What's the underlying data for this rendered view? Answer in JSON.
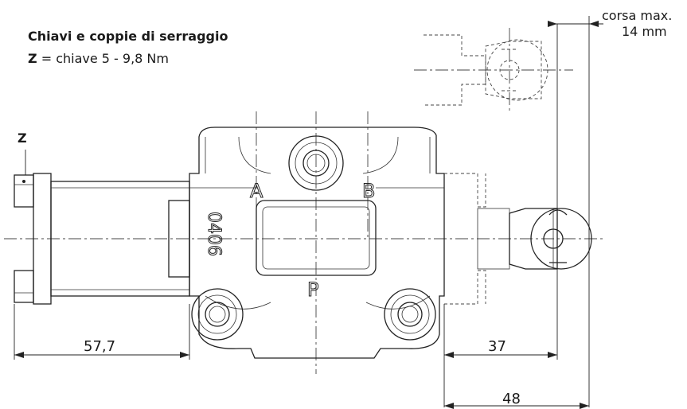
{
  "legend": {
    "title": "Chiavi e coppie di serraggio",
    "key_letter": "Z",
    "key_desc": " = chiave 5 - 9,8 Nm"
  },
  "stroke": {
    "label_line1": "corsa max.",
    "label_line2": "14 mm"
  },
  "drawing": {
    "z_marker": "Z",
    "port_a": "A",
    "port_b": "B",
    "port_p": "P",
    "body_marking": "0406"
  },
  "dimensions": {
    "left_length": "57,7",
    "right_length": "37",
    "total_right": "48"
  }
}
